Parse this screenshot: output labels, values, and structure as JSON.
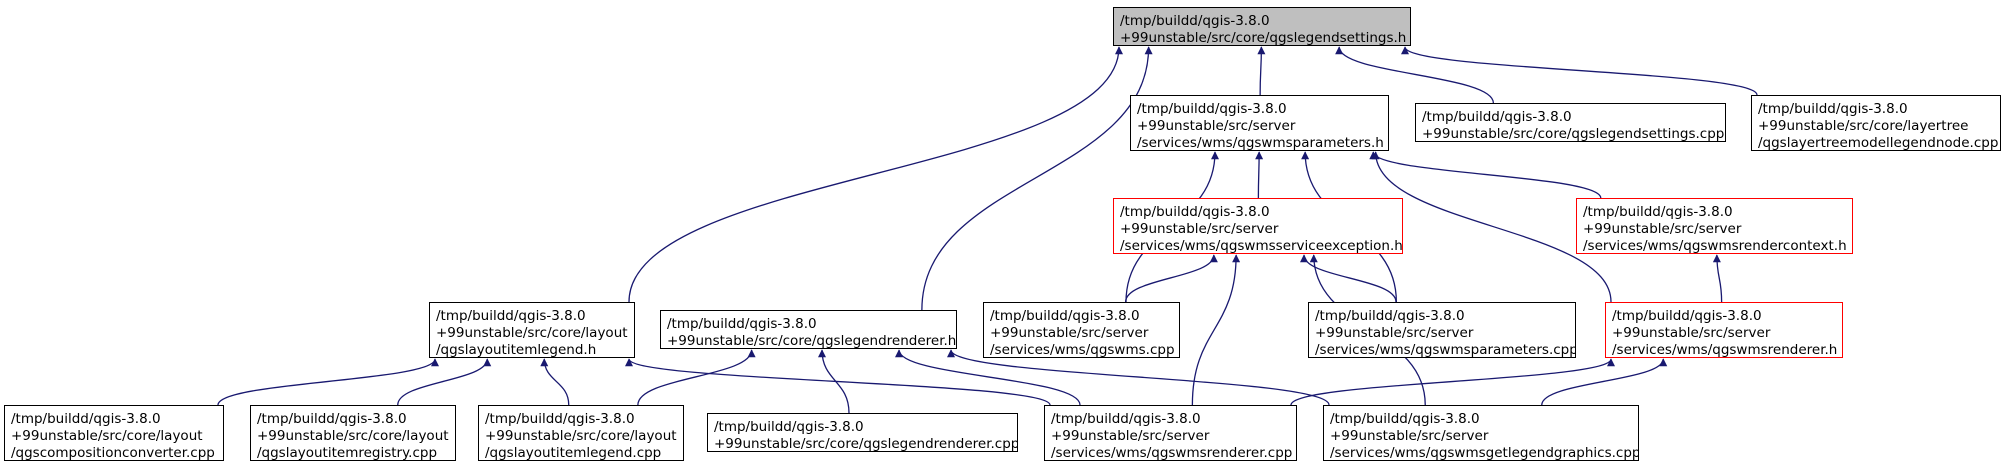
{
  "colors": {
    "edge": "#191970",
    "root_fill": "#bfbfbf",
    "node_border": "#000000",
    "highlight_border": "#ff0000"
  },
  "nodes": [
    {
      "id": "root",
      "red": false,
      "root": true,
      "lines": [
        "/tmp/buildd/qgis-3.8.0",
        "+99unstable/src/core/qgslegendsettings.h"
      ]
    },
    {
      "id": "wmsparameters_h",
      "red": false,
      "lines": [
        "/tmp/buildd/qgis-3.8.0",
        "+99unstable/src/server",
        "/services/wms/qgswmsparameters.h"
      ]
    },
    {
      "id": "legendsettings_cpp",
      "red": false,
      "lines": [
        "/tmp/buildd/qgis-3.8.0",
        "+99unstable/src/core/qgslegendsettings.cpp"
      ]
    },
    {
      "id": "layertreemodellegendnode_cpp",
      "red": false,
      "lines": [
        "/tmp/buildd/qgis-3.8.0",
        "+99unstable/src/core/layertree",
        "/qgslayertreemodellegendnode.cpp"
      ]
    },
    {
      "id": "wmsserviceexception_h",
      "red": true,
      "lines": [
        "/tmp/buildd/qgis-3.8.0",
        "+99unstable/src/server",
        "/services/wms/qgswmsserviceexception.h"
      ]
    },
    {
      "id": "wmsrendercontext_h",
      "red": true,
      "lines": [
        "/tmp/buildd/qgis-3.8.0",
        "+99unstable/src/server",
        "/services/wms/qgswmsrendercontext.h"
      ]
    },
    {
      "id": "layoutitemlegend_h",
      "red": false,
      "lines": [
        "/tmp/buildd/qgis-3.8.0",
        "+99unstable/src/core/layout",
        "/qgslayoutitemlegend.h"
      ]
    },
    {
      "id": "legendrenderer_h",
      "red": false,
      "lines": [
        "/tmp/buildd/qgis-3.8.0",
        "+99unstable/src/core/qgslegendrenderer.h"
      ]
    },
    {
      "id": "wms_cpp",
      "red": false,
      "lines": [
        "/tmp/buildd/qgis-3.8.0",
        "+99unstable/src/server",
        "/services/wms/qgswms.cpp"
      ]
    },
    {
      "id": "wmsparameters_cpp",
      "red": false,
      "lines": [
        "/tmp/buildd/qgis-3.8.0",
        "+99unstable/src/server",
        "/services/wms/qgswmsparameters.cpp"
      ]
    },
    {
      "id": "wmsrenderer_h",
      "red": true,
      "lines": [
        "/tmp/buildd/qgis-3.8.0",
        "+99unstable/src/server",
        "/services/wms/qgswmsrenderer.h"
      ]
    },
    {
      "id": "compositionconverter_cpp",
      "red": false,
      "lines": [
        "/tmp/buildd/qgis-3.8.0",
        "+99unstable/src/core/layout",
        "/qgscompositionconverter.cpp"
      ]
    },
    {
      "id": "layoutitemregistry_cpp",
      "red": false,
      "lines": [
        "/tmp/buildd/qgis-3.8.0",
        "+99unstable/src/core/layout",
        "/qgslayoutitemregistry.cpp"
      ]
    },
    {
      "id": "layoutitemlegend_cpp",
      "red": false,
      "lines": [
        "/tmp/buildd/qgis-3.8.0",
        "+99unstable/src/core/layout",
        "/qgslayoutitemlegend.cpp"
      ]
    },
    {
      "id": "legendrenderer_cpp",
      "red": false,
      "lines": [
        "/tmp/buildd/qgis-3.8.0",
        "+99unstable/src/core/qgslegendrenderer.cpp"
      ]
    },
    {
      "id": "wmsrenderer_cpp",
      "red": false,
      "lines": [
        "/tmp/buildd/qgis-3.8.0",
        "+99unstable/src/server",
        "/services/wms/qgswmsrenderer.cpp"
      ]
    },
    {
      "id": "wmsgetlegendgraphics_cpp",
      "red": false,
      "lines": [
        "/tmp/buildd/qgis-3.8.0",
        "+99unstable/src/server",
        "/services/wms/qgswmsgetlegendgraphics.cpp"
      ]
    }
  ],
  "edges": [
    [
      "wmsparameters_h",
      "root"
    ],
    [
      "legendsettings_cpp",
      "root"
    ],
    [
      "layertreemodellegendnode_cpp",
      "root"
    ],
    [
      "layoutitemlegend_h",
      "root"
    ],
    [
      "legendrenderer_h",
      "root"
    ],
    [
      "wmsserviceexception_h",
      "wmsparameters_h"
    ],
    [
      "wmsrendercontext_h",
      "wmsparameters_h"
    ],
    [
      "wms_cpp",
      "wmsparameters_h"
    ],
    [
      "wmsparameters_cpp",
      "wmsparameters_h"
    ],
    [
      "wmsrenderer_h",
      "wmsparameters_h"
    ],
    [
      "wmsrenderer_h",
      "wmsrendercontext_h"
    ],
    [
      "wms_cpp",
      "wmsserviceexception_h"
    ],
    [
      "wmsparameters_cpp",
      "wmsserviceexception_h"
    ],
    [
      "wmsrenderer_cpp",
      "wmsserviceexception_h"
    ],
    [
      "wmsgetlegendgraphics_cpp",
      "wmsserviceexception_h"
    ],
    [
      "compositionconverter_cpp",
      "layoutitemlegend_h"
    ],
    [
      "layoutitemregistry_cpp",
      "layoutitemlegend_h"
    ],
    [
      "layoutitemlegend_cpp",
      "layoutitemlegend_h"
    ],
    [
      "wmsrenderer_cpp",
      "layoutitemlegend_h"
    ],
    [
      "layoutitemlegend_cpp",
      "legendrenderer_h"
    ],
    [
      "legendrenderer_cpp",
      "legendrenderer_h"
    ],
    [
      "wmsrenderer_cpp",
      "legendrenderer_h"
    ],
    [
      "wmsgetlegendgraphics_cpp",
      "legendrenderer_h"
    ],
    [
      "wmsrenderer_cpp",
      "wmsrenderer_h"
    ],
    [
      "wmsgetlegendgraphics_cpp",
      "wmsrenderer_h"
    ]
  ]
}
